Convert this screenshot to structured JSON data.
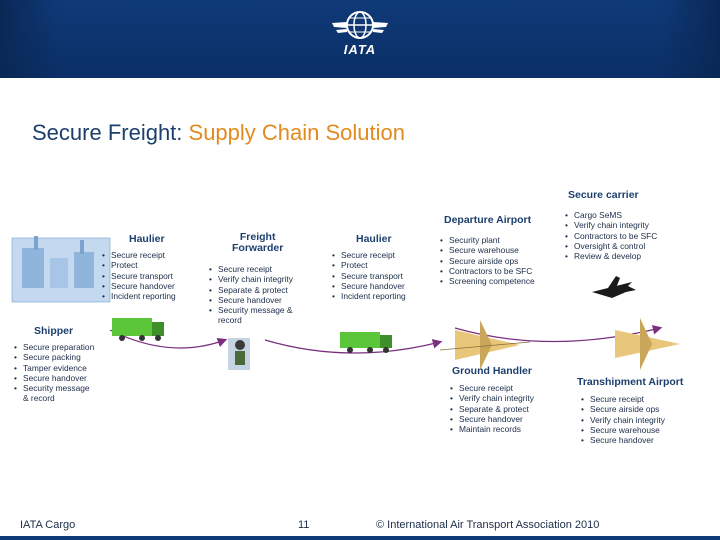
{
  "header": {
    "logo_text": "IATA",
    "background": "#0f3a78"
  },
  "title": {
    "main": "Secure Freight: ",
    "accent": "Supply Chain Solution"
  },
  "nodes": {
    "secure_carrier": {
      "label": "Secure carrier",
      "items": [
        "Cargo SeMS",
        "Verify chain integrity",
        "Contractors to be SFC",
        "Oversight & control",
        "Review & develop"
      ]
    },
    "departure_airport": {
      "label": "Departure Airport",
      "items": [
        "Security plant",
        "Secure warehouse",
        "Secure airside ops",
        "Contractors to be SFC",
        "Screening competence"
      ]
    },
    "hauller_1": {
      "label": "Haulier",
      "items": [
        "Secure receipt",
        "Protect",
        "Secure transport",
        "Secure handover",
        "Incident reporting"
      ]
    },
    "freight_forwarder": {
      "label_line1": "Freight",
      "label_line2": "Forwarder",
      "items": [
        "Secure receipt",
        "Verify chain integrity",
        "Separate & protect",
        "Secure handover",
        "Security message &"
      ],
      "item_cont": "record"
    },
    "hauller_2": {
      "label": "Haulier",
      "items": [
        "Secure receipt",
        "Protect",
        "Secure transport",
        "Secure handover",
        "Incident reporting"
      ]
    },
    "shipper": {
      "label": "Shipper",
      "items": [
        "Secure preparation",
        "Secure packing",
        "Tamper evidence",
        "Secure handover",
        "Security message"
      ],
      "item_cont": "& record"
    },
    "ground_handler": {
      "label": "Ground Handler",
      "items": [
        "Secure receipt",
        "Verify chain integrity",
        "Separate & protect",
        "Secure handover",
        "Maintain records"
      ]
    },
    "transhipment_airport": {
      "label": "Transhipment Airport",
      "items": [
        "Secure receipt",
        "Secure airside ops",
        "Verify chain integrity",
        "Secure warehouse",
        "Secure handover"
      ]
    }
  },
  "colors": {
    "navy": "#0f3a78",
    "title_text": "#1c3f6e",
    "accent_orange": "#e38a1e",
    "flow_arrow": "#7a2e7e",
    "truck_green": "#5cc63a"
  },
  "footer": {
    "left": "IATA Cargo",
    "page_number": "11",
    "copyright": "© International Air Transport Association 2010"
  }
}
